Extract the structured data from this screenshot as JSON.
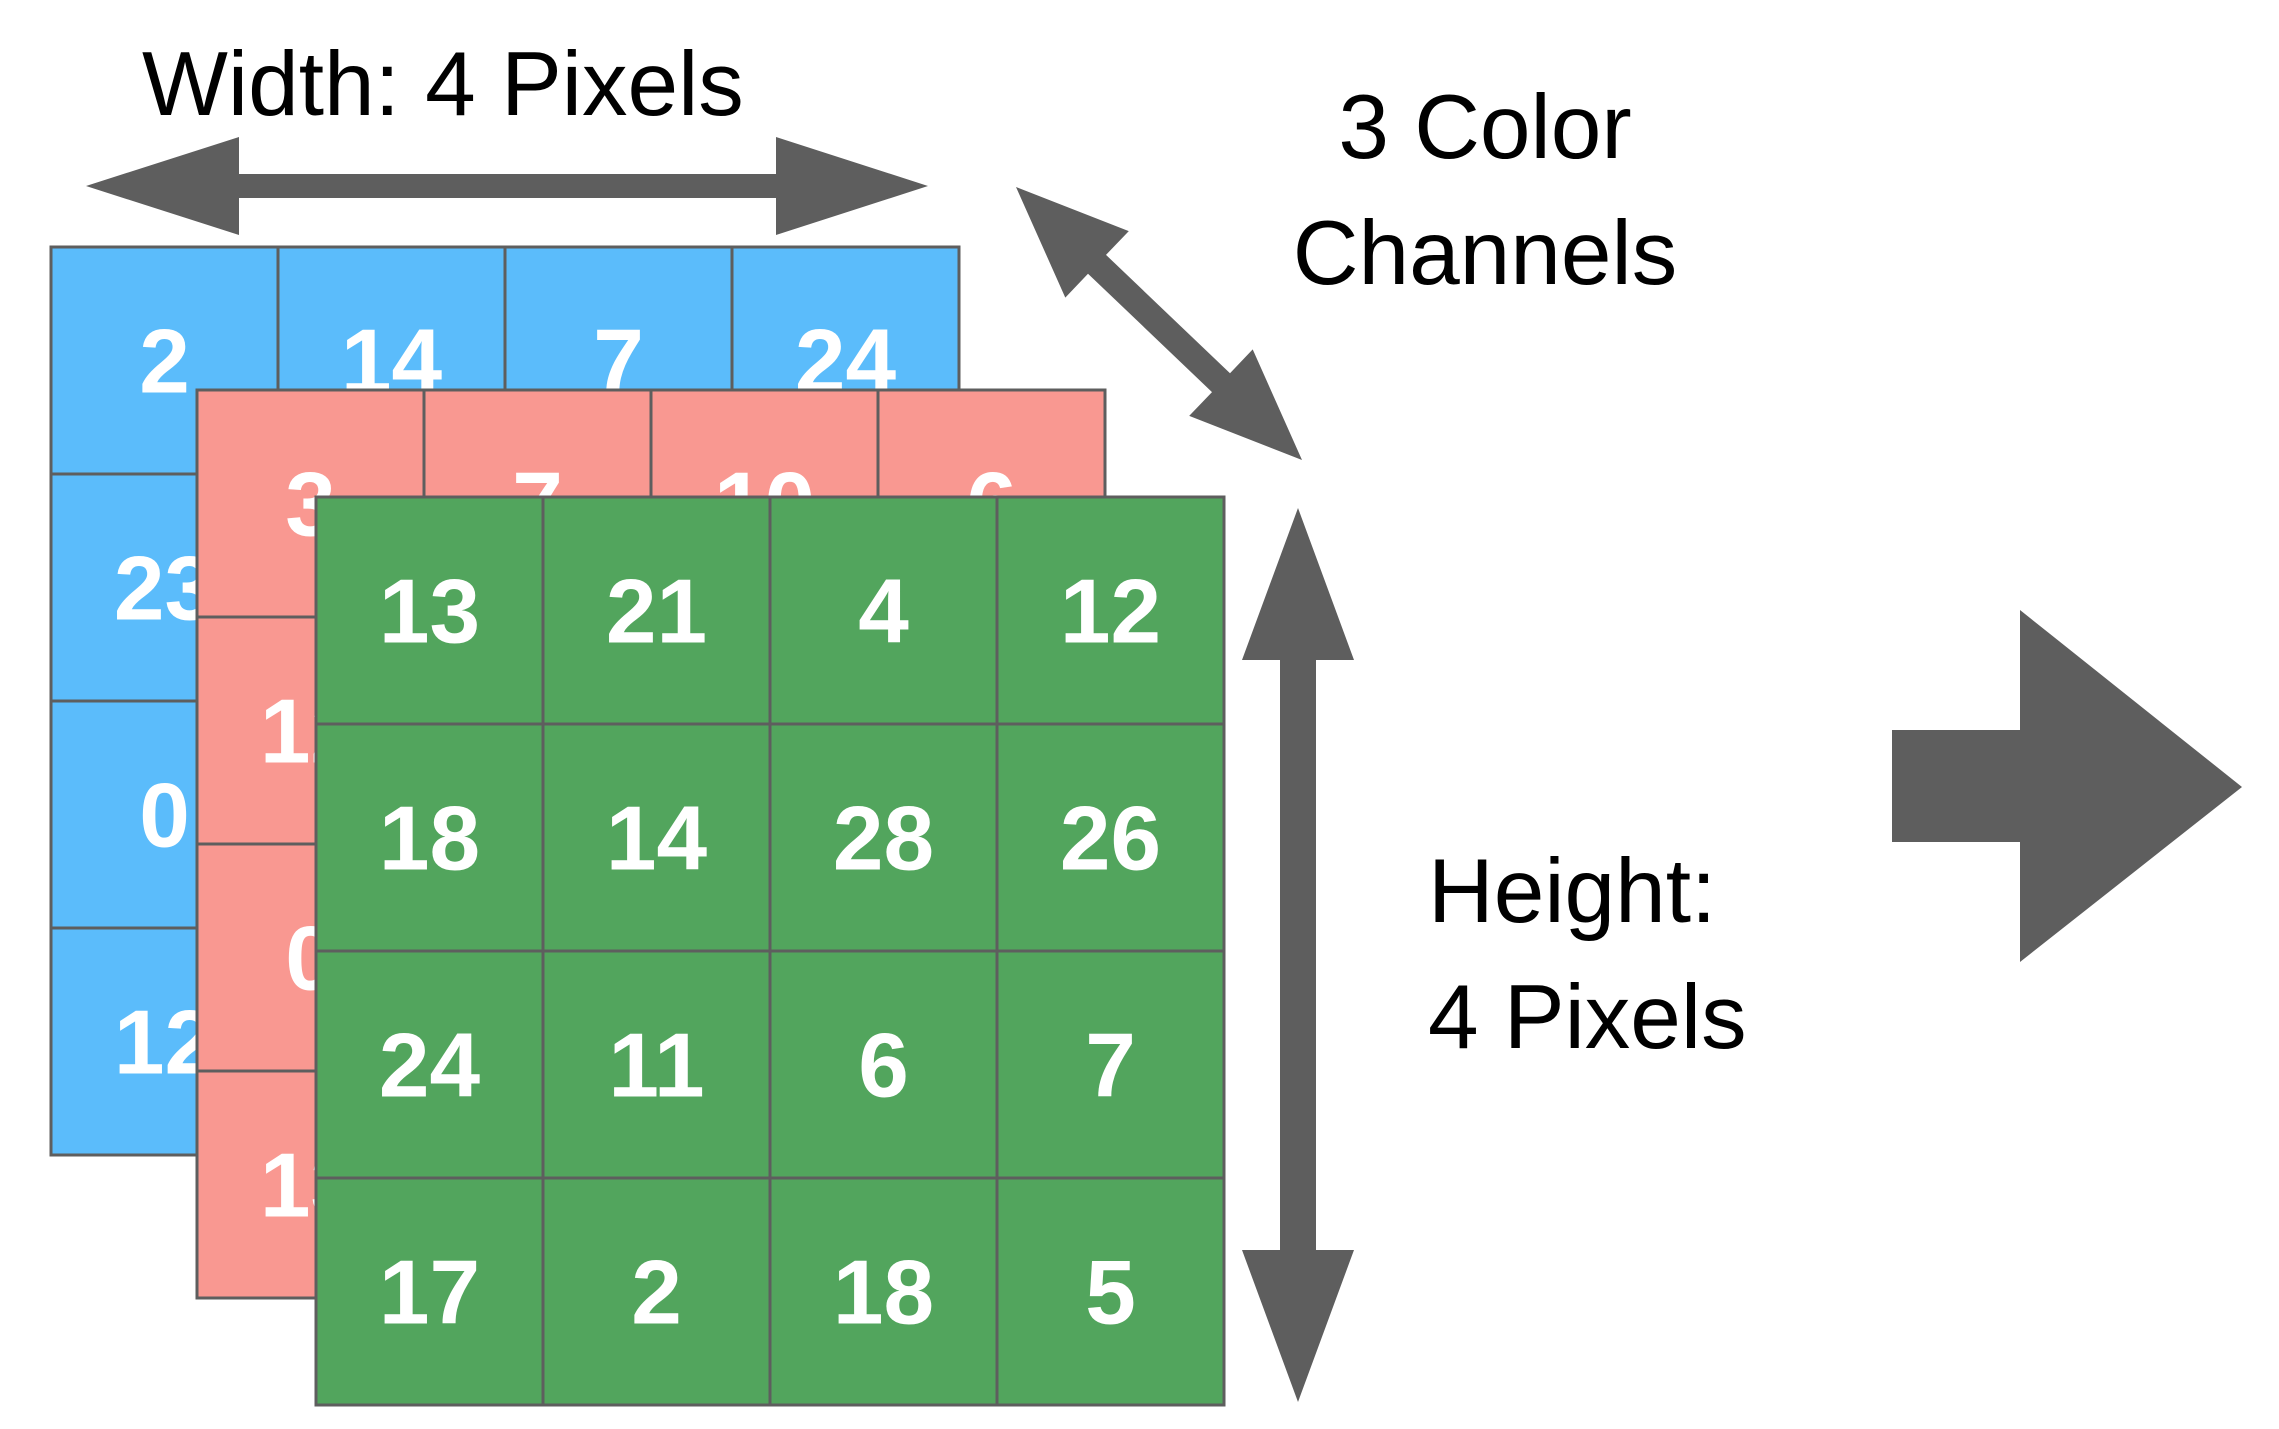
{
  "labels": {
    "width": "Width: 4 Pixels",
    "channels_line1": "3 Color",
    "channels_line2": "Channels",
    "height_line1": "Height:",
    "height_line2": "4 Pixels"
  },
  "colors": {
    "arrow": "#5e5e5e",
    "grid_line": "#5e5e5e",
    "text_on_cells": "#ffffff",
    "label_text": "#000000"
  },
  "layers": [
    {
      "name": "blue",
      "color": "#5bbcfb",
      "values": [
        [
          "2",
          "14",
          "7",
          "24"
        ],
        [
          "23",
          "",
          "",
          ""
        ],
        [
          "0",
          "",
          "",
          ""
        ],
        [
          "12",
          "",
          "",
          ""
        ]
      ]
    },
    {
      "name": "red",
      "color": "#f99891",
      "values": [
        [
          "3",
          "7",
          "10",
          "6"
        ],
        [
          "12",
          "",
          "",
          ""
        ],
        [
          "0",
          "",
          "",
          ""
        ],
        [
          "13",
          "",
          "",
          ""
        ]
      ]
    },
    {
      "name": "green",
      "color": "#52a55d",
      "values": [
        [
          "13",
          "21",
          "4",
          "12"
        ],
        [
          "18",
          "14",
          "28",
          "26"
        ],
        [
          "24",
          "11",
          "6",
          "7"
        ],
        [
          "17",
          "2",
          "18",
          "5"
        ]
      ]
    }
  ]
}
